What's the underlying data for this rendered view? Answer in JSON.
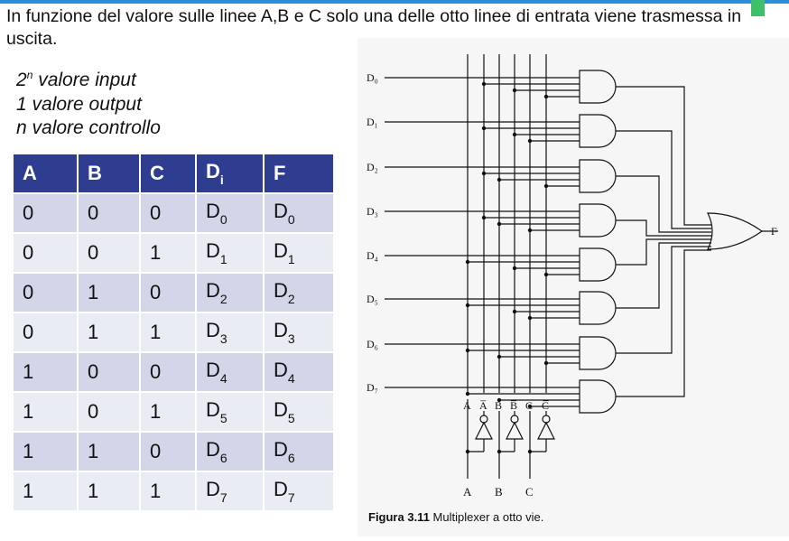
{
  "intro": "In funzione del valore sulle linee A,B e C solo una delle otto linee di entrata viene trasmessa in uscita.",
  "notes": [
    {
      "sup": "n",
      "base": "2",
      "text": " valore input"
    },
    {
      "text": "1 valore output"
    },
    {
      "text": "n valore controllo"
    }
  ],
  "table": {
    "headers": [
      "A",
      "B",
      "C",
      "D",
      "F"
    ],
    "header_sub_d": "i",
    "rows": [
      [
        "0",
        "0",
        "0",
        "D",
        "0",
        "D",
        "0"
      ],
      [
        "0",
        "0",
        "1",
        "D",
        "1",
        "D",
        "1"
      ],
      [
        "0",
        "1",
        "0",
        "D",
        "2",
        "D",
        "2"
      ],
      [
        "0",
        "1",
        "1",
        "D",
        "3",
        "D",
        "3"
      ],
      [
        "1",
        "0",
        "0",
        "D",
        "4",
        "D",
        "4"
      ],
      [
        "1",
        "0",
        "1",
        "D",
        "5",
        "D",
        "5"
      ],
      [
        "1",
        "1",
        "0",
        "D",
        "6",
        "D",
        "6"
      ],
      [
        "1",
        "1",
        "1",
        "D",
        "7",
        "D",
        "7"
      ]
    ]
  },
  "diagram": {
    "inputs": [
      "D₀",
      "D₁",
      "D₂",
      "D₃",
      "D₄",
      "D₅",
      "D₆",
      "D₇"
    ],
    "output": "F",
    "control_labels": [
      "A",
      "A̅",
      "B",
      "B̅",
      "C",
      "C̅"
    ],
    "control_inputs": [
      "A",
      "B",
      "C"
    ]
  },
  "caption": {
    "label": "Figura 3.11",
    "text": "Multiplexer a otto vie."
  },
  "colors": {
    "header": "#2e3d8f",
    "row_odd": "#d3d6e8",
    "row_even": "#eaecf4",
    "accent_bar": "#2a8fd6",
    "corner": "#3ec06a"
  }
}
